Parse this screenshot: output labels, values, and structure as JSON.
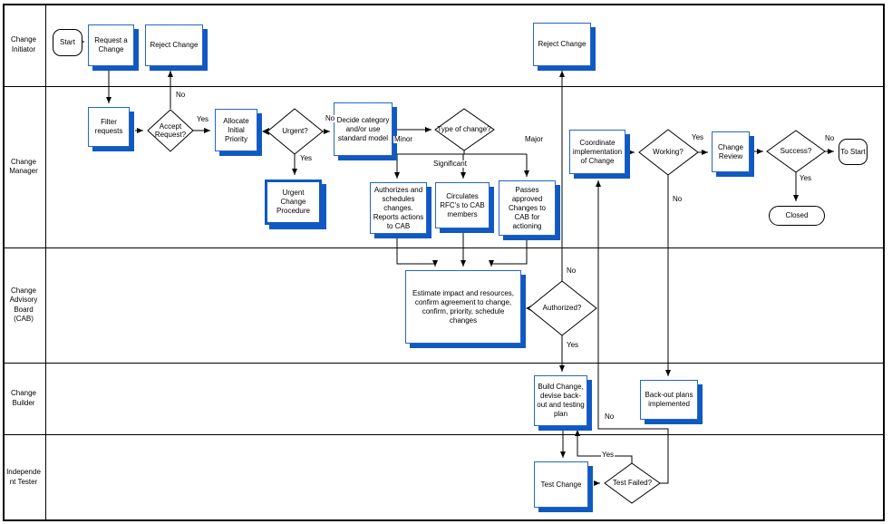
{
  "lanes": [
    {
      "label": "Change Initiator"
    },
    {
      "label": "Change Manager"
    },
    {
      "label": "Change Advisory Board (CAB)"
    },
    {
      "label": "Change Builder"
    },
    {
      "label": "Independent Tester"
    }
  ],
  "nodes": {
    "start": {
      "label": "Start",
      "type": "terminator"
    },
    "request_change": {
      "label": "Request a Change",
      "type": "process"
    },
    "reject_change_1": {
      "label": "Reject Change",
      "type": "process"
    },
    "reject_change_2": {
      "label": "Reject Change",
      "type": "process"
    },
    "filter_requests": {
      "label": "Filter requests",
      "type": "process"
    },
    "accept_request": {
      "label": "Accept Request?",
      "type": "decision"
    },
    "allocate_priority": {
      "label": "Allocate Initial Priority",
      "type": "process"
    },
    "urgent": {
      "label": "Urgent?",
      "type": "decision"
    },
    "urgent_change_procedure": {
      "label": "Urgent Change Procedure",
      "type": "predefined-process"
    },
    "decide_category": {
      "label": "Decide category and/or use standard model",
      "type": "process"
    },
    "type_of_change": {
      "label": "Type of change?",
      "type": "decision"
    },
    "authorizes_schedules": {
      "label": "Authorizes and schedules changes. Reports actions to CAB",
      "type": "process"
    },
    "circulates_rfcs": {
      "label": "Circulates RFC's to CAB members",
      "type": "process"
    },
    "passes_approved": {
      "label": "Passes approved Changes to CAB for actioning",
      "type": "process"
    },
    "coordinate_implementation": {
      "label": "Coordinate implementation of Change",
      "type": "process"
    },
    "working": {
      "label": "Working?",
      "type": "decision"
    },
    "change_review": {
      "label": "Change Review",
      "type": "process"
    },
    "success": {
      "label": "Success?",
      "type": "decision"
    },
    "to_start": {
      "label": "To Start",
      "type": "terminator"
    },
    "closed": {
      "label": "Closed",
      "type": "terminator"
    },
    "estimate_impact": {
      "label": "Estimate impact and resources, confirm agreement to change, confirm, priority, schedule changes",
      "type": "process"
    },
    "authorized": {
      "label": "Authorized?",
      "type": "decision"
    },
    "build_change": {
      "label": "Build Change, devise back-out and testing plan",
      "type": "process"
    },
    "backout_plans": {
      "label": "Back-out plans implemented",
      "type": "process"
    },
    "test_change": {
      "label": "Test Change",
      "type": "process"
    },
    "test_failed": {
      "label": "Test Failed?",
      "type": "decision"
    }
  },
  "edge_labels": {
    "accept_no": "No",
    "accept_yes": "Yes",
    "urgent_no": "No",
    "urgent_yes": "Yes",
    "minor": "Minor",
    "significant": "Significant",
    "major": "Major",
    "authorized_no": "No",
    "authorized_yes": "Yes",
    "working_yes": "Yes",
    "working_no": "No",
    "success_no": "No",
    "success_yes": "Yes",
    "test_failed_yes": "Yes",
    "test_failed_no": "No"
  },
  "colors": {
    "shape_border": "#2465c8",
    "shape_shadow": "#1159c2",
    "line": "#000000",
    "background": "#ffffff"
  }
}
